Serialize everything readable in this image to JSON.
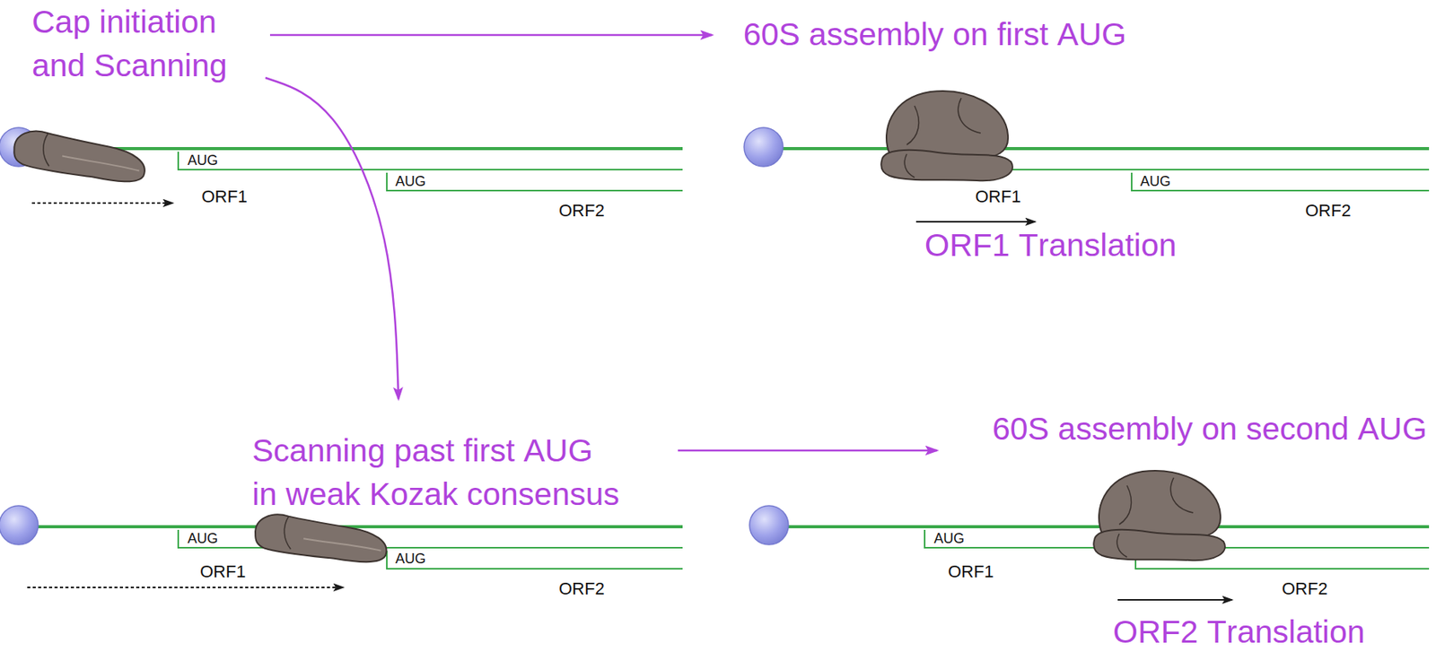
{
  "diagram": {
    "nodes": [
      {
        "text": [
          "Cap initiation and Scanning"
        ]
      },
      {
        "text": [
          "60S assembly on first AUG"
        ]
      },
      {
        "text": [
          "Scanning past first AUG in weak Kozak consensus"
        ]
      },
      {
        "text": [
          "60S assembly on second AUG"
        ]
      }
    ],
    "edges": [
      {
        "from": 0,
        "to": 1,
        "arrow": "to"
      },
      {
        "from": 0,
        "to": 2,
        "arrow": "to"
      },
      {
        "from": 2,
        "to": 3,
        "arrow": "to"
      }
    ],
    "labels": [
      "AUG",
      "AUG",
      "ORF1",
      "ORF2",
      "AUG",
      "ORF1",
      "ORF2",
      "ORF1 Translation",
      "AUG",
      "AUG",
      "ORF1",
      "ORF2",
      "AUG",
      "ORF1",
      "ORF2",
      "ORF2 Translation"
    ]
  }
}
